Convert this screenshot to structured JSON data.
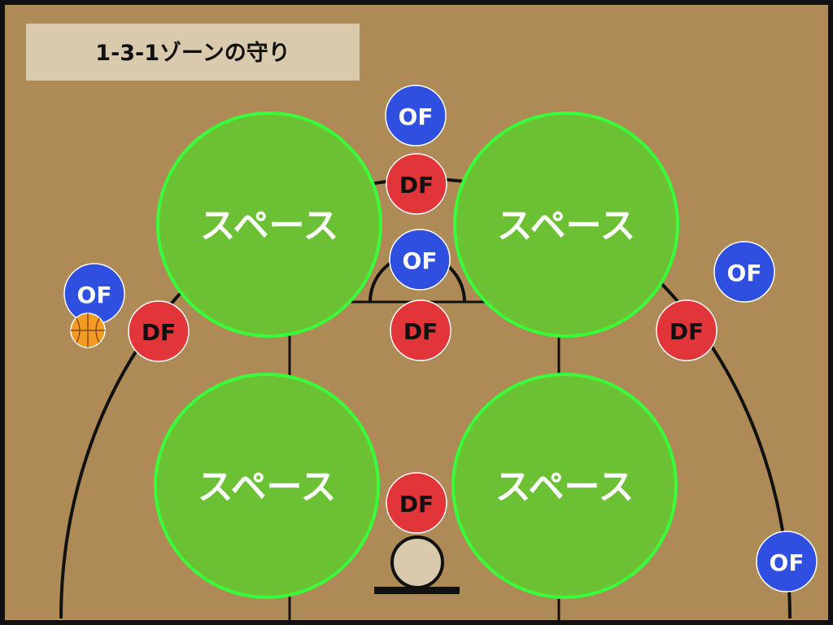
{
  "title": "1-3-1ゾーンの守り",
  "colors": {
    "floor": "#ad8a56",
    "line": "#111111",
    "space_fill": "#6cc034",
    "space_stroke": "#39ff3a",
    "offense": "#2f4fe0",
    "defense": "#e1353a",
    "ball": "#f39a22",
    "hoop": "#d9c9ad",
    "title_bg": "#d9c9ad"
  },
  "spaces": [
    {
      "label": "スペース"
    },
    {
      "label": "スペース"
    },
    {
      "label": "スペース"
    },
    {
      "label": "スペース"
    }
  ],
  "offense": [
    {
      "label": "OF"
    },
    {
      "label": "OF"
    },
    {
      "label": "OF"
    },
    {
      "label": "OF"
    },
    {
      "label": "OF"
    }
  ],
  "defense": [
    {
      "label": "DF"
    },
    {
      "label": "DF"
    },
    {
      "label": "DF"
    },
    {
      "label": "DF"
    },
    {
      "label": "DF"
    }
  ],
  "ball_icon": "basketball-icon"
}
